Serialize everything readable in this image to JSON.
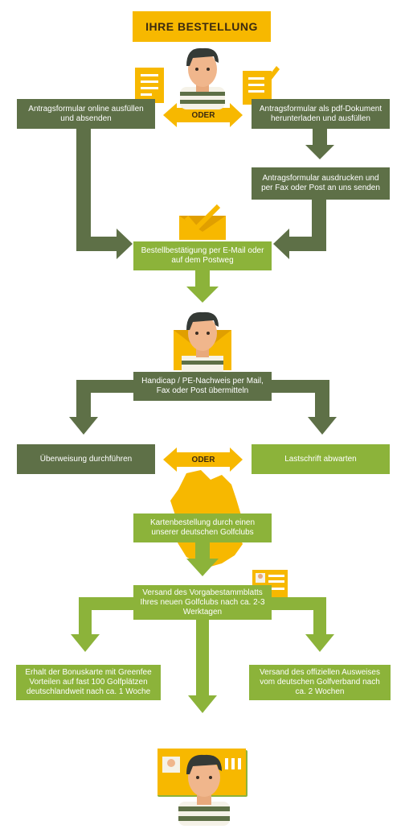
{
  "title": "IHRE BESTELLUNG",
  "oder_label": "ODER",
  "colors": {
    "dark_green": "#5e7047",
    "light_green": "#8cb33a",
    "yellow": "#f7b800",
    "skin": "#f0b68c",
    "hair": "#353a36"
  },
  "steps": {
    "online_form": "Antragsformular online ausfüllen und absenden",
    "pdf_download": "Antragsformular als pdf-Dokument herunterladen und ausfüllen",
    "print_send": "Antragsformular ausdrucken und per Fax oder Post an uns senden",
    "confirmation": "Bestellbestätigung per E-Mail oder auf dem Postweg",
    "handicap": "Handicap / PE-Nachweis per Mail, Fax oder Post übermitteln",
    "transfer": "Überweisung durchführen",
    "direct_debit": "Lastschrift abwarten",
    "card_order": "Kartenbestellung durch einen unserer deutschen Golfclubs",
    "shipping_sheet": "Versand des Vorgabestammblatts Ihres neuen Golfclubs nach ca. 2-3 Werktagen",
    "bonus_card": "Erhalt der Bonuskarte mit Greenfee Vorteilen auf fast 100 Golfplätzen deutschlandweit nach ca. 1 Woche",
    "official_id": "Versand des offiziellen Ausweises vom deutschen Golfverband nach ca. 2 Wochen"
  }
}
